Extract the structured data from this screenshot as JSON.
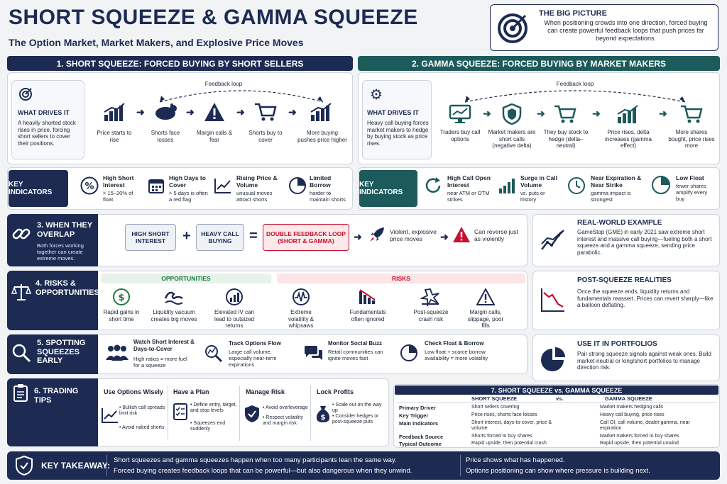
{
  "header": {
    "title": "SHORT SQUEEZE & GAMMA SQUEEZE",
    "subtitle": "The Option Market, Market Makers, and Explosive Price Moves"
  },
  "big_picture": {
    "title": "THE BIG PICTURE",
    "text": "When positioning crowds into one direction, forced buying can create powerful feedback loops that push prices far beyond expectations."
  },
  "section1": {
    "header": "1. SHORT SQUEEZE: FORCED BUYING BY SHORT SELLERS",
    "drives_title": "WHAT DRIVES IT",
    "drives_text": "A heavily shorted stock rises in price, forcing short sellers to cover their positions.",
    "loop_label": "Feedback loop",
    "steps": [
      "Price starts to rise",
      "Shorts face losses",
      "Margin calls & fear",
      "Shorts buy to cover",
      "More buying pushes price higher"
    ]
  },
  "section2": {
    "header": "2. GAMMA SQUEEZE: FORCED BUYING BY MARKET MAKERS",
    "drives_title": "WHAT DRIVES IT",
    "drives_text": "Heavy call buying forces market makers to hedge by buying stock as price rises.",
    "loop_label": "Feedback loop",
    "steps": [
      "Traders buy call options",
      "Market makers are short calls (negative delta)",
      "They buy stock to hedge (delta–neutral)",
      "Price rises, delta increases (gamma effect)",
      "More shares bought, price rises more"
    ]
  },
  "indicators1": {
    "label": "KEY INDICATORS",
    "items": [
      {
        "title": "High Short Interest",
        "desc": "> 15–20% of float"
      },
      {
        "title": "High Days to Cover",
        "desc": "> 5 days is often a red flag"
      },
      {
        "title": "Rising Price & Volume",
        "desc": "unusual moves attract shorts"
      },
      {
        "title": "Limited Borrow",
        "desc": "harder to maintain shorts"
      }
    ]
  },
  "indicators2": {
    "label": "KEY INDICATORS",
    "items": [
      {
        "title": "High Call Open Interest",
        "desc": "near ATM or OTM strikes"
      },
      {
        "title": "Surge in Call Volume",
        "desc": "vs. puts or history"
      },
      {
        "title": "Near Expiration & Near Strike",
        "desc": "gamma impact is strongest"
      },
      {
        "title": "Low Float",
        "desc": "fewer shares amplify every buy"
      }
    ]
  },
  "overlap": {
    "title": "3. WHEN THEY OVERLAP",
    "text": "Both forces working together can create extreme moves.",
    "box1": "HIGH SHORT INTEREST",
    "plus": "+",
    "box2": "HEAVY CALL BUYING",
    "equals": "=",
    "box3": "DOUBLE FEEDBACK LOOP (SHORT & GAMMA)",
    "result1": "Violent, explosive price moves",
    "result2": "Can reverse just as violently"
  },
  "real_world": {
    "title": "REAL-WORLD EXAMPLE",
    "text": "GameStop (GME) in early 2021 saw extreme short interest and massive call buying—fueling both a short squeeze and a gamma squeeze, sending price parabolic."
  },
  "risks": {
    "title": "4. RISKS & OPPORTUNITIES",
    "opp_label": "OPPORTUNITIES",
    "risk_label": "RISKS",
    "opportunities": [
      "Rapid gains in short time",
      "Liquidity vacuum creates big moves",
      "Elevated IV can lead to outsized returns"
    ],
    "risk_items": [
      "Extreme volatility & whipsaws",
      "Fundamentals often ignored",
      "Post-squeeze crash risk",
      "Margin calls, slippage, poor fills"
    ]
  },
  "post_squeeze": {
    "title": "POST-SQUEEZE REALITIES",
    "text": "Once the squeeze ends, liquidity returns and fundamentals reassert. Prices can revert sharply—like a balloon deflating."
  },
  "spotting": {
    "title": "5. SPOTTING SQUEEZES EARLY",
    "items": [
      {
        "title": "Watch Short Interest & Days-to-Cover",
        "desc": "High ratios = more fuel for a squeeze"
      },
      {
        "title": "Track Options Flow",
        "desc": "Large call volume, especially near-term expirations"
      },
      {
        "title": "Monitor Social Buzz",
        "desc": "Retail communities can ignite moves fast"
      },
      {
        "title": "Check Float & Borrow",
        "desc": "Low float + scarce borrow availability = more volatility"
      }
    ]
  },
  "portfolios": {
    "title": "USE IT IN PORTFOLIOS",
    "text": "Pair strong squeeze signals against weak ones. Build market-neutral or long/short portfolios to manage direction risk."
  },
  "tips": {
    "title": "6. TRADING TIPS",
    "cols": [
      {
        "title": "Use Options Wisely",
        "bullets": [
          "Bullish call spreads limit risk",
          "Avoid naked shorts"
        ]
      },
      {
        "title": "Have a Plan",
        "bullets": [
          "Define entry, target, and stop levels",
          "Squeezes end suddenly"
        ]
      },
      {
        "title": "Manage Risk",
        "bullets": [
          "Avoid overleverage",
          "Respect volatility and margin risk"
        ]
      },
      {
        "title": "Lock Profits",
        "bullets": [
          "Scale out on the way up",
          "Consider hedges or post-squeeze puts"
        ]
      }
    ]
  },
  "compare": {
    "title": "7. SHORT SQUEEZE vs. GAMMA SQUEEZE",
    "col1": "SHORT SQUEEZE",
    "vs": "vs.",
    "col2": "GAMMA SQUEEZE",
    "rows": [
      {
        "label": "Primary Driver",
        "a": "Short sellers covering",
        "b": "Market makers hedging calls"
      },
      {
        "label": "Key Trigger",
        "a": "Price rises, shorts face losses",
        "b": "Heavy call buying, price rises"
      },
      {
        "label": "Main Indicators",
        "a": "Short interest, days-to-cover, price & volume",
        "b": "Call OI, call volume, dealer gamma, near expiration"
      },
      {
        "label": "Feedback Source",
        "a": "Shorts forced to buy shares",
        "b": "Market makers forced to buy shares"
      },
      {
        "label": "Typical Outcome",
        "a": "Rapid upside, then potential crash",
        "b": "Rapid upside, then potential unwind"
      }
    ]
  },
  "takeaway": {
    "label": "KEY TAKEAWAY:",
    "line1": "Short squeezes and gamma squeezes happen when too many participants lean the same way.",
    "line2": "Forced buying creates feedback loops that can be powerful—but also dangerous when they unwind.",
    "line3": "Price shows what has happened.",
    "line4": "Options positioning can show where pressure is building next."
  },
  "colors": {
    "navy": "#1d2b53",
    "teal": "#1d5a5b",
    "red": "#c8102e",
    "green": "#1f7a3a"
  }
}
